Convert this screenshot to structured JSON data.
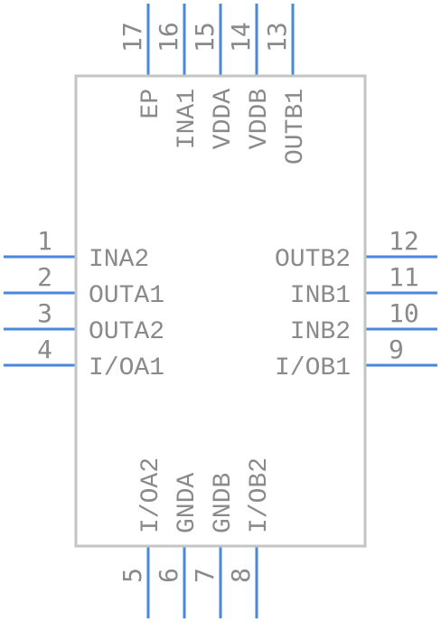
{
  "component": {
    "pins": {
      "p1": {
        "number": "1",
        "name": "INA2"
      },
      "p2": {
        "number": "2",
        "name": "OUTA1"
      },
      "p3": {
        "number": "3",
        "name": "OUTA2"
      },
      "p4": {
        "number": "4",
        "name": "I/OA1"
      },
      "p5": {
        "number": "5",
        "name": "I/OA2"
      },
      "p6": {
        "number": "6",
        "name": "GNDA"
      },
      "p7": {
        "number": "7",
        "name": "GNDB"
      },
      "p8": {
        "number": "8",
        "name": "I/OB2"
      },
      "p9": {
        "number": "9",
        "name": "I/OB1"
      },
      "p10": {
        "number": "10",
        "name": "INB2"
      },
      "p11": {
        "number": "11",
        "name": "INB1"
      },
      "p12": {
        "number": "12",
        "name": "OUTB2"
      },
      "p13": {
        "number": "13",
        "name": "OUTB1"
      },
      "p14": {
        "number": "14",
        "name": "VDDB"
      },
      "p15": {
        "number": "15",
        "name": "VDDA"
      },
      "p16": {
        "number": "16",
        "name": "INA1"
      },
      "p17": {
        "number": "17",
        "name": "EP"
      }
    }
  },
  "colors": {
    "pin_line": "#4a88e0",
    "body_outline": "#c4c4c4",
    "text": "#8a8a8a"
  }
}
